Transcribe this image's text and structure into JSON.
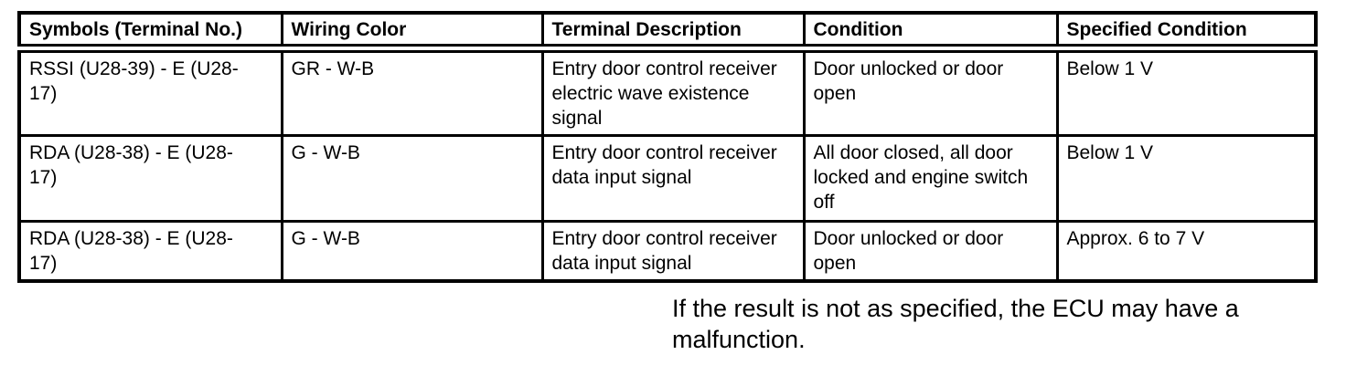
{
  "table": {
    "headers": [
      "Symbols (Terminal No.)",
      "Wiring Color",
      "Terminal Description",
      "Condition",
      "Specified Condition"
    ],
    "rows": [
      [
        "RSSI (U28-39) - E (U28-\n17)",
        "GR - W-B",
        "Entry door control receiver\nelectric wave existence\nsignal",
        "Door unlocked or door\nopen",
        "Below 1 V"
      ],
      [
        "RDA (U28-38) - E (U28-\n17)",
        "G - W-B",
        "Entry door control receiver\ndata input signal",
        "All door closed, all door\nlocked and engine switch\noff",
        "Below 1 V"
      ],
      [
        "RDA (U28-38) - E (U28-\n17)",
        "G - W-B",
        "Entry door control receiver\ndata input signal",
        "Door unlocked or door\nopen",
        "Approx. 6 to 7 V"
      ]
    ]
  },
  "note": "If the result is not as specified, the ECU may have a\nmalfunction."
}
